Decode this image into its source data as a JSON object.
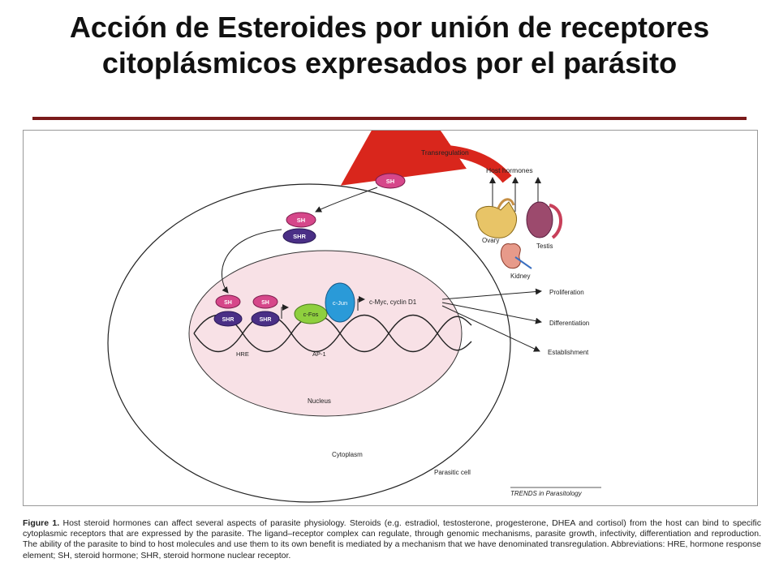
{
  "slide": {
    "title": "Acción de Esteroides por unión de receptores citoplásmicos expresados por el parásito"
  },
  "diagram": {
    "transregulation": "Transregulation",
    "host_hormones": "Host hormones",
    "sh": "SH",
    "shr": "SHR",
    "cfos": "c-Fos",
    "cjun": "c-Jun",
    "cmyc": "c-Myc, cyclin D1",
    "proliferation": "Proliferation",
    "differentiation": "Differentiation",
    "establishment": "Establishment",
    "hre": "HRE",
    "ap1": "AP-1",
    "nucleus": "Nucleus",
    "cytoplasm": "Cytoplasm",
    "parasitic_cell": "Parasitic cell",
    "ovary": "Ovary",
    "testis": "Testis",
    "kidney": "Kidney",
    "source": "TRENDS in Parasitology"
  },
  "caption": {
    "label": "Figure 1.",
    "text": " Host steroid hormones can affect several aspects of parasite physiology. Steroids (e.g. estradiol, testosterone, progesterone, DHEA and cortisol) from the host can bind to specific cytoplasmic receptors that are expressed by the parasite. The ligand–receptor complex can regulate, through genomic mechanisms, parasite growth, infectivity, differentiation and reproduction. The ability of the parasite to bind to host molecules and use them to its own benefit is mediated by a mechanism that we have denominated transregulation. Abbreviations: HRE, hormone response element; SH, steroid hormone; SHR, steroid hormone nuclear receptor."
  },
  "colors": {
    "title_rule": "#7a1a1a",
    "sh_fill": "#d6478a",
    "shr_fill": "#4a2f86",
    "cfos_fill": "#8fcf3e",
    "cjun_fill": "#2a9ad8",
    "nucleus_fill": "#f8e1e6",
    "transregulation_arrow": "#d9261c"
  }
}
